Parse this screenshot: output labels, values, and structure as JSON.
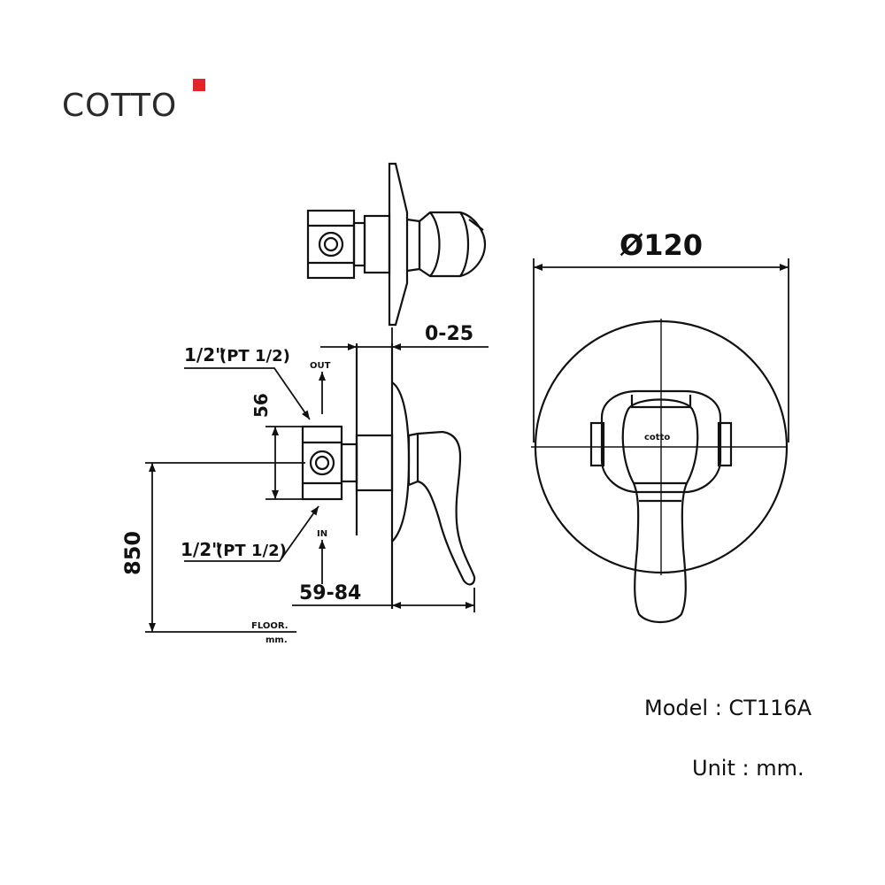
{
  "brand": {
    "name": "COTTO",
    "accent_color": "#e3242b"
  },
  "dimensions": {
    "diameter": "Ø120",
    "depth_range": "0-25",
    "spacing": "56",
    "height": "850",
    "projection_range": "59-84"
  },
  "pipe_labels": {
    "top_main": "1/2\"",
    "top_sub": "(PT 1/2)",
    "bottom_main": "1/2\"",
    "bottom_sub": "(PT 1/2)"
  },
  "flow_labels": {
    "out": "OUT",
    "in": "IN"
  },
  "floor_label": {
    "floor": "FLOOR.",
    "unit": "mm."
  },
  "handle_mark": "cotto",
  "info": {
    "model_label": "Model",
    "model_value": "CT116A",
    "unit_label": "Unit",
    "unit_value": "mm."
  }
}
